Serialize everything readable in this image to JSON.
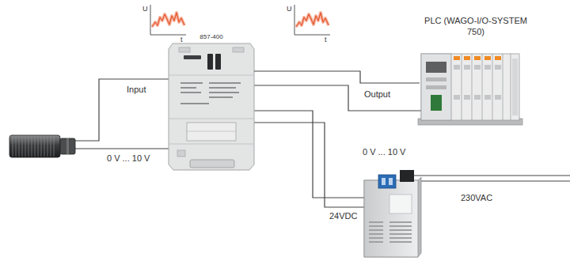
{
  "diagram": {
    "nodes": [
      {
        "text": [
          "857-400"
        ]
      },
      {
        "text": [
          "PLC (WAGO-I/O-SYSTEM 750)"
        ]
      }
    ],
    "edges": [
      {
        "from": 0,
        "to": 1,
        "arrow": "none",
        "label": "Output"
      }
    ],
    "labels": [
      "U",
      "t",
      "U",
      "t",
      "Input",
      "0 V ... 10 V",
      "0 V ... 10 V",
      "24VDC",
      "230VAC"
    ]
  }
}
